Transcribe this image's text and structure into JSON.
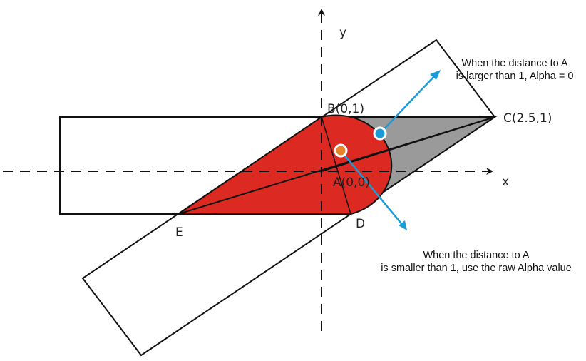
{
  "points": {
    "A": "A(0,0)",
    "B": "B(0,1)",
    "C": "C(2.5,1)",
    "D": "D",
    "E": "E"
  },
  "axes": {
    "x": "x",
    "y": "y"
  },
  "annotations": {
    "outside": [
      "When the distance to A",
      "is larger than 1, Alpha = 0"
    ],
    "inside": [
      "When the distance to A",
      "is smaller than 1, use the raw Alpha value"
    ]
  },
  "colors": {
    "red_region": "#dc2a22",
    "gray_region": "#9a9a9a",
    "outside_marker": "#1a9ad6",
    "inside_marker": "#e8842a",
    "arrow": "#1a9ad6",
    "stroke": "#111111"
  }
}
